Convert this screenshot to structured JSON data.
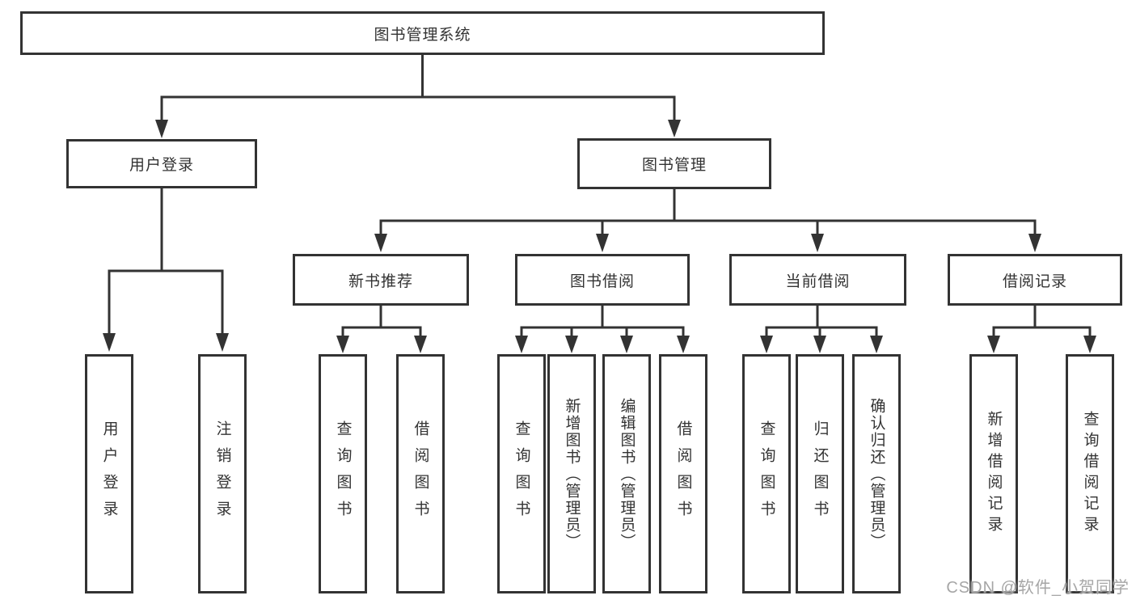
{
  "nodes": {
    "root": "图书管理系统",
    "level2": [
      "用户登录",
      "图书管理"
    ],
    "level3": [
      "新书推荐",
      "图书借阅",
      "当前借阅",
      "借阅记录"
    ],
    "level4": [
      "用户登录",
      "注销登录",
      "查询图书",
      "借阅图书",
      "查询图书",
      "新增图书（管理员）",
      "编辑图书（管理员）",
      "借阅图书",
      "查询图书",
      "归还图书",
      "确认归还（管理员）",
      "新增借阅记录",
      "查询借阅记录"
    ]
  },
  "watermark": "CSDN @软件_小贺同学",
  "colors": {
    "line": "#333333",
    "border": "#333333",
    "text": "#333333",
    "watermark": "#a6a6a6",
    "background": "#ffffff"
  }
}
